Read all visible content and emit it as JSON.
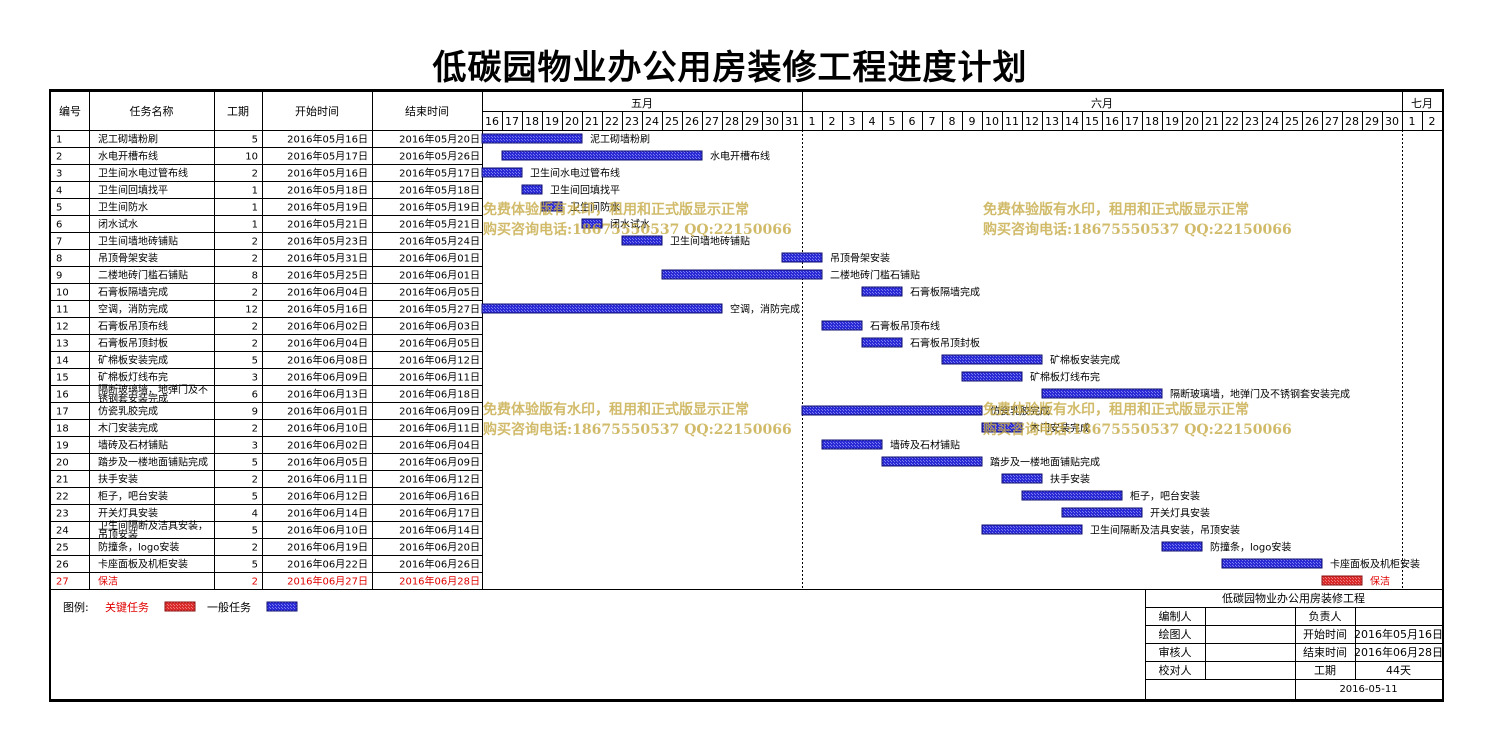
{
  "title": "低碳园物业办公用房装修工程进度计划",
  "columns": {
    "id": "编号",
    "name": "任务名称",
    "days": "工期",
    "start": "开始时间",
    "end": "结束时间"
  },
  "months": [
    {
      "label": "五月",
      "start_day": 16,
      "end_day": 31
    },
    {
      "label": "六月",
      "start_day": 1,
      "end_day": 30
    },
    {
      "label": "七月",
      "start_day": 1,
      "end_day": 2
    }
  ],
  "day_labels": [
    "16",
    "17",
    "18",
    "19",
    "20",
    "21",
    "22",
    "23",
    "24",
    "25",
    "26",
    "27",
    "28",
    "29",
    "30",
    "31",
    "1",
    "2",
    "3",
    "4",
    "5",
    "6",
    "7",
    "8",
    "9",
    "10",
    "11",
    "12",
    "13",
    "14",
    "15",
    "16",
    "17",
    "18",
    "19",
    "20",
    "21",
    "22",
    "23",
    "24",
    "25",
    "26",
    "27",
    "28",
    "29",
    "30",
    "1",
    "2"
  ],
  "colors": {
    "normal_bar": "#2b2bd6",
    "critical_bar": "#d92b2b",
    "critical_text": "#e00000",
    "watermark": "#c4a840"
  },
  "chart_data": {
    "type": "gantt",
    "title": "低碳园物业办公用房装修工程进度计划",
    "x_range": [
      "2016-05-16",
      "2016-07-02"
    ],
    "tasks": [
      {
        "id": "1",
        "name": "泥工砌墙粉刷",
        "days": "5",
        "start": "2016年05月16日",
        "end": "2016年05月20日",
        "s": "2016-05-16",
        "e": "2016-05-20",
        "critical": false
      },
      {
        "id": "2",
        "name": "水电开槽布线",
        "days": "10",
        "start": "2016年05月17日",
        "end": "2016年05月26日",
        "s": "2016-05-17",
        "e": "2016-05-26",
        "critical": false
      },
      {
        "id": "3",
        "name": "卫生间水电过管布线",
        "days": "2",
        "start": "2016年05月16日",
        "end": "2016年05月17日",
        "s": "2016-05-16",
        "e": "2016-05-17",
        "critical": false
      },
      {
        "id": "4",
        "name": "卫生间回填找平",
        "days": "1",
        "start": "2016年05月18日",
        "end": "2016年05月18日",
        "s": "2016-05-18",
        "e": "2016-05-18",
        "critical": false
      },
      {
        "id": "5",
        "name": "卫生间防水",
        "days": "1",
        "start": "2016年05月19日",
        "end": "2016年05月19日",
        "s": "2016-05-19",
        "e": "2016-05-19",
        "critical": false
      },
      {
        "id": "6",
        "name": "闭水试水",
        "days": "1",
        "start": "2016年05月21日",
        "end": "2016年05月21日",
        "s": "2016-05-21",
        "e": "2016-05-21",
        "critical": false
      },
      {
        "id": "7",
        "name": "卫生间墙地砖铺贴",
        "days": "2",
        "start": "2016年05月23日",
        "end": "2016年05月24日",
        "s": "2016-05-23",
        "e": "2016-05-24",
        "critical": false
      },
      {
        "id": "8",
        "name": "吊顶骨架安装",
        "days": "2",
        "start": "2016年05月31日",
        "end": "2016年06月01日",
        "s": "2016-05-31",
        "e": "2016-06-01",
        "critical": false
      },
      {
        "id": "9",
        "name": "二楼地砖门槛石铺贴",
        "days": "8",
        "start": "2016年05月25日",
        "end": "2016年06月01日",
        "s": "2016-05-25",
        "e": "2016-06-01",
        "critical": false
      },
      {
        "id": "10",
        "name": "石膏板隔墙完成",
        "days": "2",
        "start": "2016年06月04日",
        "end": "2016年06月05日",
        "s": "2016-06-04",
        "e": "2016-06-05",
        "critical": false
      },
      {
        "id": "11",
        "name": "空调，消防完成",
        "days": "12",
        "start": "2016年05月16日",
        "end": "2016年05月27日",
        "s": "2016-05-16",
        "e": "2016-05-27",
        "critical": false
      },
      {
        "id": "12",
        "name": "石膏板吊顶布线",
        "days": "2",
        "start": "2016年06月02日",
        "end": "2016年06月03日",
        "s": "2016-06-02",
        "e": "2016-06-03",
        "critical": false
      },
      {
        "id": "13",
        "name": "石膏板吊顶封板",
        "days": "2",
        "start": "2016年06月04日",
        "end": "2016年06月05日",
        "s": "2016-06-04",
        "e": "2016-06-05",
        "critical": false
      },
      {
        "id": "14",
        "name": "矿棉板安装完成",
        "days": "5",
        "start": "2016年06月08日",
        "end": "2016年06月12日",
        "s": "2016-06-08",
        "e": "2016-06-12",
        "critical": false
      },
      {
        "id": "15",
        "name": "矿棉板灯线布完",
        "days": "3",
        "start": "2016年06月09日",
        "end": "2016年06月11日",
        "s": "2016-06-09",
        "e": "2016-06-11",
        "critical": false
      },
      {
        "id": "16",
        "name": "隔断玻璃墙，地弹门及不锈钢套安装完成",
        "days": "6",
        "start": "2016年06月13日",
        "end": "2016年06月18日",
        "s": "2016-06-13",
        "e": "2016-06-18",
        "critical": false
      },
      {
        "id": "17",
        "name": "仿瓷乳胶完成",
        "days": "9",
        "start": "2016年06月01日",
        "end": "2016年06月09日",
        "s": "2016-06-01",
        "e": "2016-06-09",
        "critical": false
      },
      {
        "id": "18",
        "name": "木门安装完成",
        "days": "2",
        "start": "2016年06月10日",
        "end": "2016年06月11日",
        "s": "2016-06-10",
        "e": "2016-06-11",
        "critical": false
      },
      {
        "id": "19",
        "name": "墙砖及石材铺贴",
        "days": "3",
        "start": "2016年06月02日",
        "end": "2016年06月04日",
        "s": "2016-06-02",
        "e": "2016-06-04",
        "critical": false
      },
      {
        "id": "20",
        "name": "踏步及一楼地面铺贴完成",
        "days": "5",
        "start": "2016年06月05日",
        "end": "2016年06月09日",
        "s": "2016-06-05",
        "e": "2016-06-09",
        "critical": false
      },
      {
        "id": "21",
        "name": "扶手安装",
        "days": "2",
        "start": "2016年06月11日",
        "end": "2016年06月12日",
        "s": "2016-06-11",
        "e": "2016-06-12",
        "critical": false
      },
      {
        "id": "22",
        "name": "柜子，吧台安装",
        "days": "5",
        "start": "2016年06月12日",
        "end": "2016年06月16日",
        "s": "2016-06-12",
        "e": "2016-06-16",
        "critical": false
      },
      {
        "id": "23",
        "name": "开关灯具安装",
        "days": "4",
        "start": "2016年06月14日",
        "end": "2016年06月17日",
        "s": "2016-06-14",
        "e": "2016-06-17",
        "critical": false
      },
      {
        "id": "24",
        "name": "卫生间隔断及洁具安装，吊顶安装",
        "days": "5",
        "start": "2016年06月10日",
        "end": "2016年06月14日",
        "s": "2016-06-10",
        "e": "2016-06-14",
        "critical": false
      },
      {
        "id": "25",
        "name": "防撞条，logo安装",
        "days": "2",
        "start": "2016年06月19日",
        "end": "2016年06月20日",
        "s": "2016-06-19",
        "e": "2016-06-20",
        "critical": false
      },
      {
        "id": "26",
        "name": "卡座面板及机柜安装",
        "days": "5",
        "start": "2016年06月22日",
        "end": "2016年06月26日",
        "s": "2016-06-22",
        "e": "2016-06-26",
        "critical": false
      },
      {
        "id": "27",
        "name": "保洁",
        "days": "2",
        "start": "2016年06月27日",
        "end": "2016年06月28日",
        "s": "2016-06-27",
        "e": "2016-06-28",
        "critical": true
      }
    ]
  },
  "legend": {
    "label": "图例:",
    "critical": "关键任务",
    "normal": "一般任务"
  },
  "info": {
    "project": "低碳园物业办公用房装修工程",
    "editor_label": "编制人",
    "editor": "",
    "owner_label": "负责人",
    "owner": "",
    "drawer_label": "绘图人",
    "drawer": "",
    "start_label": "开始时间",
    "start": "2016年05月16日",
    "reviewer_label": "审核人",
    "reviewer": "",
    "end_label": "结束时间",
    "end": "2016年06月28日",
    "checker_label": "校对人",
    "checker": "",
    "duration_label": "工期",
    "duration": "44天",
    "date": "2016-05-11"
  },
  "watermarks": [
    {
      "line1": "免费体验版有水印，租用和正式版显示正常",
      "line2": "购买咨询电话:18675550537 QQ:22150066"
    },
    {
      "line1": "免费体验版有水印，租用和正式版显示正常",
      "line2": "购买咨询电话:18675550537 QQ:22150066"
    },
    {
      "line1": "免费体验版有水印，租用和正式版显示正常",
      "line2": "购买咨询电话:18675550537 QQ:22150066"
    },
    {
      "line1": "免费体验版有水印，租用和正式版显示正常",
      "line2": "购买咨询电话:18675550537 QQ:22150066"
    }
  ]
}
